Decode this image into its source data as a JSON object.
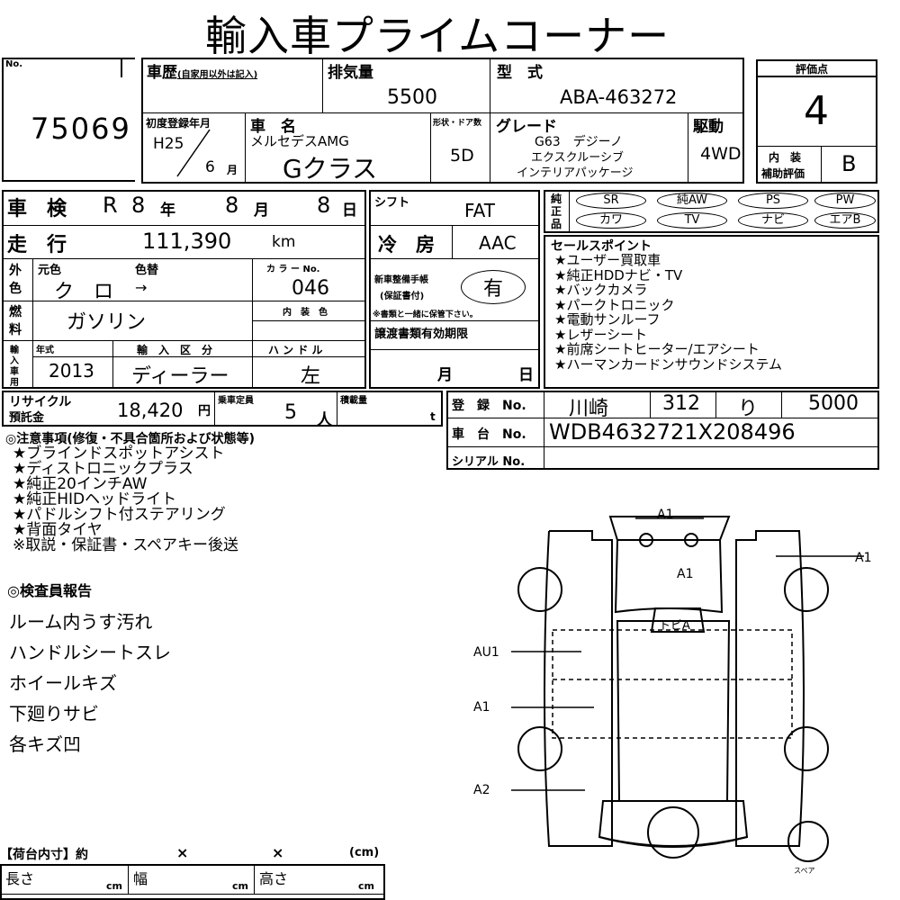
{
  "title": "輸入車プライムコーナー",
  "no": {
    "label": "No.",
    "value": "75069"
  },
  "history": {
    "label": "車歴",
    "note": "(自家用以外は記入)"
  },
  "displacement": {
    "label": "排気量",
    "value": "5500"
  },
  "model_type": {
    "label": "型　式",
    "value": "ABA-463272"
  },
  "first_reg": {
    "label": "初度登録年月",
    "era_year": "H25",
    "month": "6",
    "month_unit": "月"
  },
  "car_name": {
    "label": "車　名",
    "maker": "メルセデスAMG",
    "name": "Gクラス"
  },
  "body": {
    "label": "形状・ドア数",
    "value": "5D"
  },
  "grade": {
    "label": "グレード",
    "line1": "G63　デジーノ",
    "line2": "エクスクルーシブ",
    "line3": "インテリアパッケージ"
  },
  "drive": {
    "label": "駆動",
    "value": "4WD"
  },
  "rating": {
    "label": "評価点",
    "value": "4",
    "interior_label1": "内　装",
    "interior_label2": "補助評価",
    "interior_value": "B"
  },
  "inspection": {
    "label": "車　検",
    "era": "R",
    "year": "8",
    "year_unit": "年",
    "month": "8",
    "month_unit": "月",
    "day": "8",
    "day_unit": "日"
  },
  "shift": {
    "label": "シフト",
    "value": "FAT"
  },
  "genuine": {
    "label1": "純",
    "label2": "正",
    "label3": "品",
    "row1": [
      "SR",
      "純AW",
      "PS",
      "PW"
    ],
    "row2": [
      "カワ",
      "TV",
      "ナビ",
      "エアB"
    ]
  },
  "mileage": {
    "label": "走　行",
    "value": "111,390",
    "unit": "km"
  },
  "ac": {
    "label": "冷　房",
    "value": "AAC"
  },
  "color": {
    "label1": "外",
    "label2": "色",
    "original_label": "元色",
    "change_label": "色替",
    "original": "ク　ロ",
    "change": "→",
    "code_label": "カ ラ ー No.",
    "code": "046"
  },
  "warranty": {
    "label1": "新車整備手帳",
    "label2": "(保証書付)",
    "value": "有",
    "note": "※書類と一緒に保管下さい。"
  },
  "fuel": {
    "label1": "燃",
    "label2": "料",
    "value": "ガソリン",
    "interior_color_label": "内　装　色"
  },
  "import": {
    "label1": "輸",
    "label2": "入",
    "label3": "車",
    "label4": "用",
    "year_label": "年式",
    "year": "2013",
    "class_label": "輸　入　区　分",
    "class": "ディーラー",
    "handle_label": "ハ ン ド ル",
    "handle": "左"
  },
  "transfer": {
    "label": "譲渡書類有効期限",
    "month_unit": "月",
    "day_unit": "日"
  },
  "sales_points": {
    "label": "セールスポイント",
    "items": [
      "★ユーザー買取車",
      "★純正HDDナビ・TV",
      "★バックカメラ",
      "★パークトロニック",
      "★電動サンルーフ",
      "★レザーシート",
      "★前席シートヒーター/エアシート",
      "★ハーマンカードンサウンドシステム"
    ]
  },
  "recycle": {
    "label1": "リサイクル",
    "label2": "預託金",
    "value": "18,420",
    "unit": "円"
  },
  "capacity": {
    "label": "乗車定員",
    "value": "5",
    "unit": "人"
  },
  "load": {
    "label": "積載量",
    "unit": "t"
  },
  "registration": {
    "label": "登　録　No.",
    "place": "川崎",
    "class": "312",
    "kana": "り",
    "number": "5000"
  },
  "chassis": {
    "label": "車　台　No.",
    "value": "WDB4632721X208496"
  },
  "serial": {
    "label": "シリアル No."
  },
  "notes": {
    "label": "◎注意事項(修復・不具合箇所および状態等)",
    "items": [
      "★ブラインドスポットアシスト",
      "★ディストロニックプラス",
      "★純正20インチAW",
      "★純正HIDヘッドライト",
      "★パドルシフト付ステアリング",
      "★背面タイヤ",
      "※取説・保証書・スペアキー後送"
    ]
  },
  "inspector": {
    "label": "◎検査員報告",
    "items": [
      "ルーム内うす汚れ",
      "ハンドルシートスレ",
      "ホイールキズ",
      "下廻りサビ",
      "各キズ凹"
    ]
  },
  "cargo": {
    "label": "【荷台内寸】約",
    "x1": "×",
    "x2": "×",
    "unit": "(cm)",
    "length": "長さ",
    "width": "幅",
    "height": "高さ",
    "cm": "cm"
  },
  "diagram": {
    "marks": [
      "A1",
      "A1",
      "A1",
      "トビA",
      "AU1",
      "A1",
      "A2"
    ],
    "spare": "スペア"
  }
}
